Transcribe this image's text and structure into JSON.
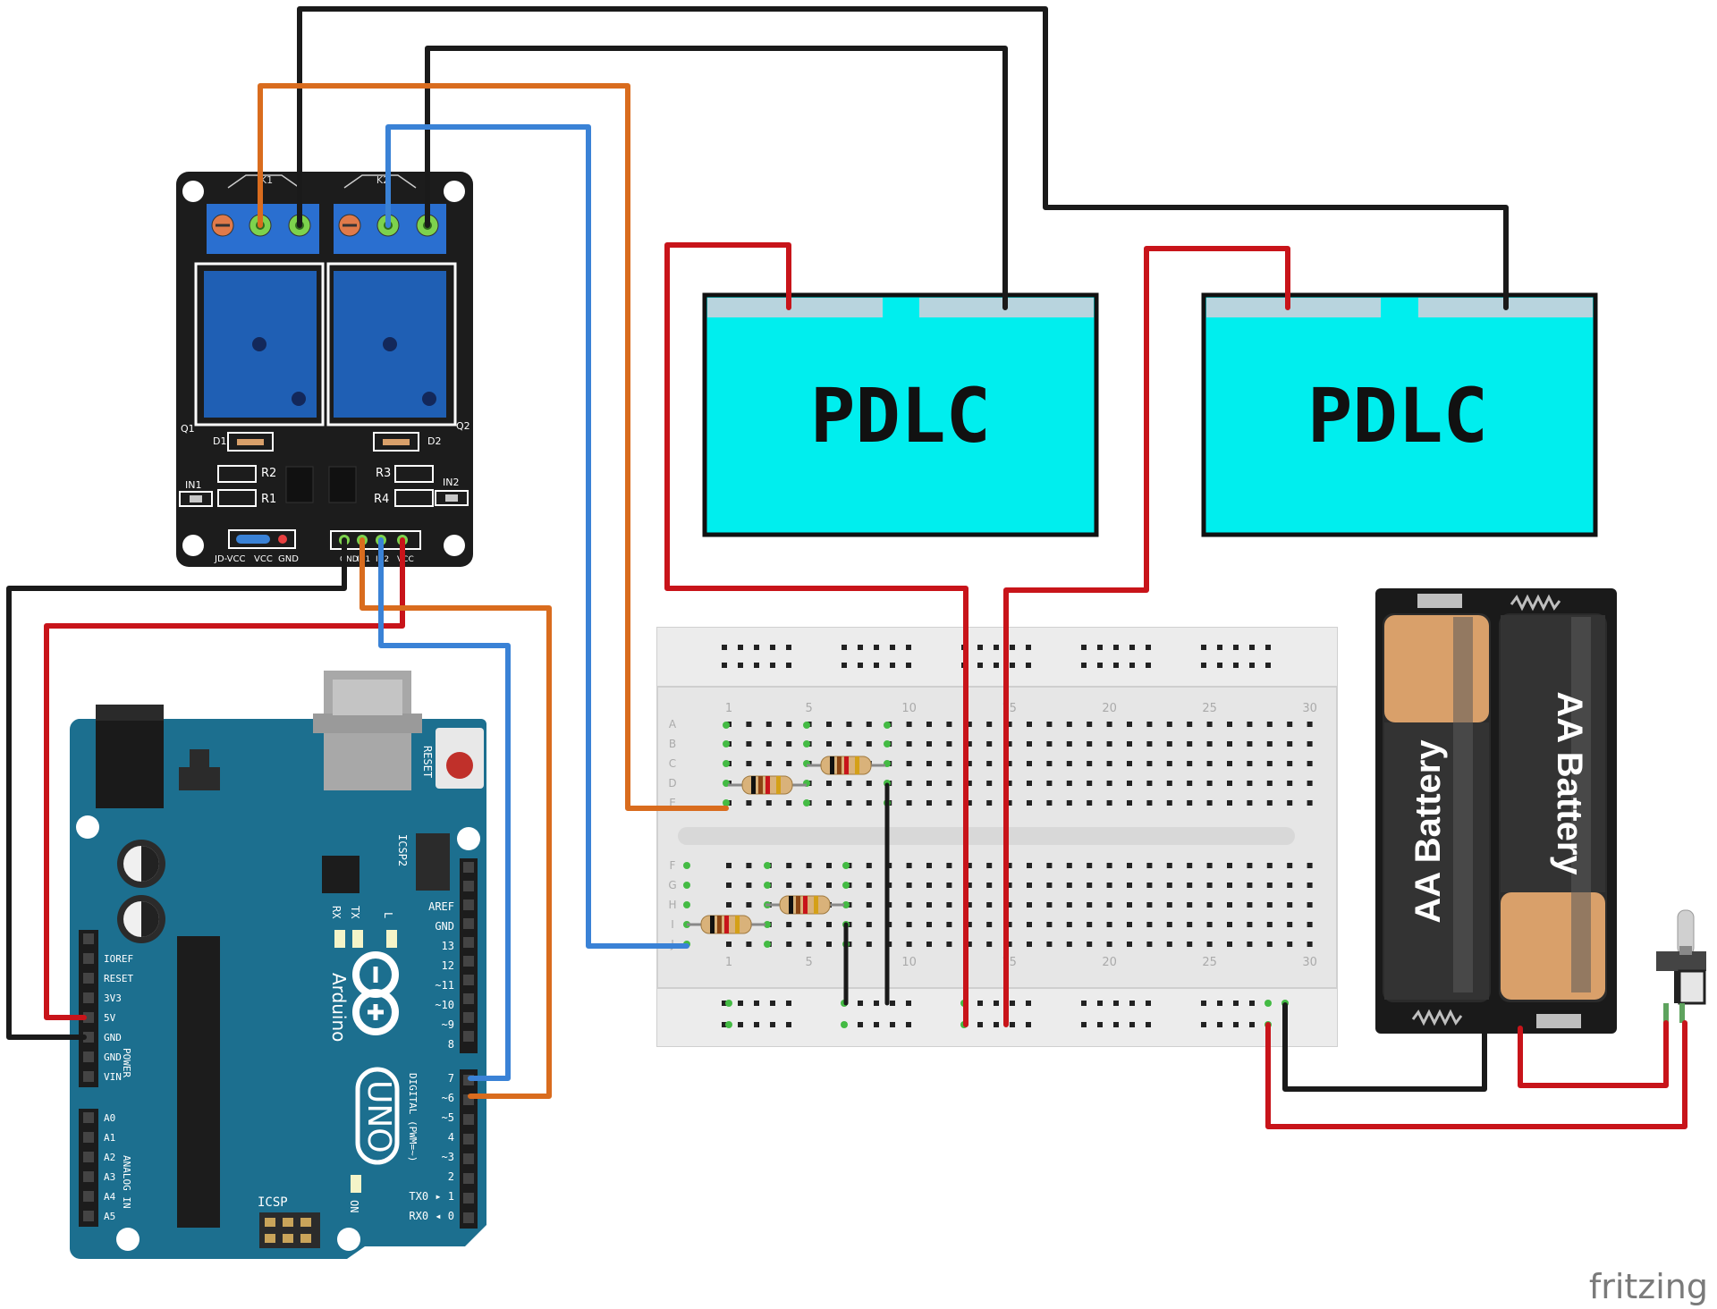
{
  "relay_module": {
    "channel_labels": [
      "K1",
      "K2"
    ],
    "component_labels": [
      "Q1",
      "Q2",
      "D1",
      "D2",
      "R1",
      "R2",
      "R3",
      "R4",
      "IN1",
      "IN2"
    ],
    "jumper_labels": [
      "JD-VCC",
      "VCC",
      "GND"
    ],
    "pin_labels": [
      "GND",
      "IN1",
      "IN2",
      "VCC"
    ]
  },
  "pdlc_panels": [
    {
      "label": "PDLC"
    },
    {
      "label": "PDLC"
    }
  ],
  "battery_pack": {
    "cells": [
      {
        "label": "AA Battery"
      },
      {
        "label": "AA Battery"
      }
    ]
  },
  "breadboard": {
    "column_numbers": [
      "1",
      "5",
      "10",
      "15",
      "20",
      "25",
      "30"
    ],
    "row_letters_top": [
      "A",
      "B",
      "C",
      "D",
      "E"
    ],
    "row_letters_bottom": [
      "F",
      "G",
      "H",
      "I",
      "J"
    ]
  },
  "arduino": {
    "board_name": "Arduino",
    "model": "UNO",
    "reset_label": "RESET",
    "icsp_label": "ICSP",
    "icsp2_label": "ICSP2",
    "tx_label": "TX",
    "rx_label": "RX",
    "l_label": "L",
    "on_label": "ON",
    "power_section": "POWER",
    "analog_section": "ANALOG IN",
    "digital_section": "DIGITAL (PWM=~)",
    "power_pins": [
      "IOREF",
      "RESET",
      "3V3",
      "5V",
      "GND",
      "GND",
      "VIN"
    ],
    "analog_pins": [
      "A0",
      "A1",
      "A2",
      "A3",
      "A4",
      "A5"
    ],
    "digital_pins_upper": [
      "AREF",
      "GND",
      "13",
      "12",
      "~11",
      "~10",
      "~9",
      "8"
    ],
    "digital_pins_lower": [
      "7",
      "~6",
      "~5",
      "4",
      "~3",
      "2",
      "TX0 ▸ 1",
      "RX0 ◂ 0"
    ]
  },
  "watermark": "fritzing",
  "colors": {
    "wire_black": "#1a1a1a",
    "wire_red": "#c8141a",
    "wire_orange": "#d96c1e",
    "wire_blue": "#3a82d6",
    "relay_board": "#1c1c1c",
    "relay_blue": "#1f5fb4",
    "terminal_blue": "#2a6fd0",
    "pdlc_fill": "#00eeee",
    "pdlc_strip": "#b8d4de",
    "arduino_teal": "#1c6f8f",
    "breadboard_bg": "#e8e8e8",
    "battery_case": "#1a1a1a",
    "battery_copper": "#d9a06a"
  }
}
